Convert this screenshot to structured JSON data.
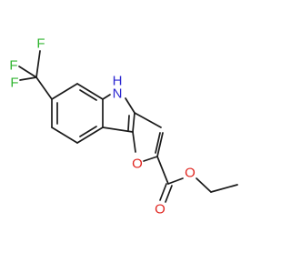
{
  "colors": {
    "bond": "#1a1a1a",
    "fluorine": "#31b531",
    "oxygen": "#e0241e",
    "nitrogen": "#2b27d1"
  },
  "atoms": {
    "f1": "F",
    "f2": "F",
    "f3": "F",
    "nh_n": "N",
    "nh_h": "H",
    "o_ring": "O",
    "o_carbonyl": "O",
    "o_ester": "O"
  }
}
